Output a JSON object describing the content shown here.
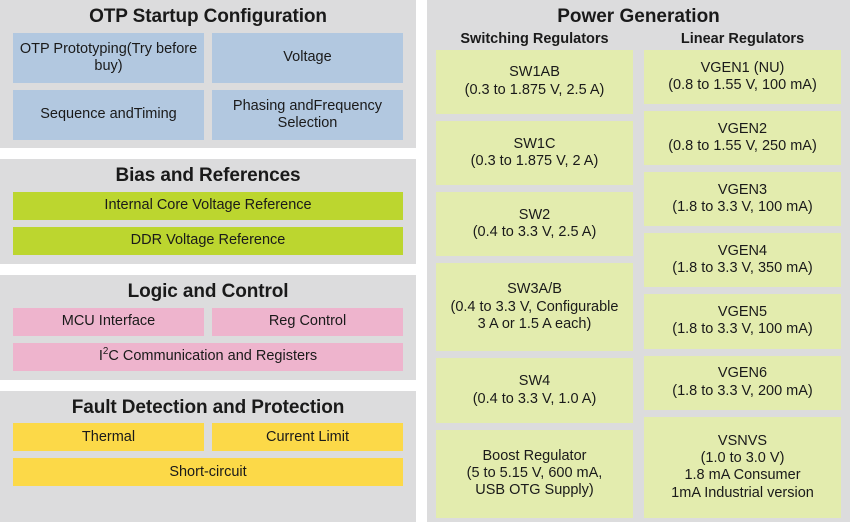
{
  "left_sections": [
    {
      "title": "OTP Startup Configuration",
      "color": "#b2c8e0",
      "color_name": "blue",
      "rows": [
        [
          {
            "lines": [
              "OTP Prototyping",
              "(Try before buy)"
            ]
          },
          {
            "lines": [
              "Voltage"
            ]
          }
        ],
        [
          {
            "lines": [
              "Sequence and",
              "Timing"
            ]
          },
          {
            "lines": [
              "Phasing and",
              "Frequency Selection"
            ]
          }
        ]
      ]
    },
    {
      "title": "Bias and References",
      "color": "#bcd62f",
      "color_name": "green",
      "rows": [
        [
          {
            "lines": [
              "Internal Core Voltage Reference"
            ]
          }
        ],
        [
          {
            "lines": [
              "DDR Voltage Reference"
            ]
          }
        ]
      ]
    },
    {
      "title": "Logic and Control",
      "color": "#eeb4cd",
      "color_name": "pink",
      "rows": [
        [
          {
            "lines": [
              "MCU Interface"
            ]
          },
          {
            "lines": [
              "Reg Control"
            ]
          }
        ],
        [
          {
            "lines": [
              "I²C Communication and Registers"
            ],
            "html": true
          }
        ]
      ]
    },
    {
      "title": "Fault Detection and Protection",
      "color": "#fcd948",
      "color_name": "yellow",
      "rows": [
        [
          {
            "lines": [
              "Thermal"
            ]
          },
          {
            "lines": [
              "Current Limit"
            ]
          }
        ],
        [
          {
            "lines": [
              "Short-circuit"
            ]
          }
        ]
      ]
    }
  ],
  "right_panel": {
    "title": "Power Generation",
    "cell_color": "#e3ecae",
    "panel_color": "#dcdcdd",
    "columns": [
      {
        "heading": "Switching Regulators",
        "cells": [
          {
            "lines": [
              "SW1AB",
              "(0.3 to 1.875 V, 2.5 A)"
            ],
            "size": "f1"
          },
          {
            "lines": [
              "SW1C",
              "(0.3 to 1.875 V, 2 A)"
            ],
            "size": "f1"
          },
          {
            "lines": [
              "SW2",
              "(0.4 to 3.3 V, 2.5 A)"
            ],
            "size": "f1"
          },
          {
            "lines": [
              "SW3A/B",
              "(0.4 to 3.3 V, Configurable",
              "3 A or 1.5 A each)"
            ],
            "size": "f3"
          },
          {
            "lines": [
              "SW4",
              "(0.4 to 3.3 V, 1.0 A)"
            ],
            "size": "f1"
          },
          {
            "lines": [
              "Boost Regulator",
              "(5 to 5.15 V, 600 mA,",
              "USB OTG Supply)"
            ],
            "size": "f3"
          }
        ]
      },
      {
        "heading": "Linear Regulators",
        "cells": [
          {
            "lines": [
              "VGEN1 (NU)",
              "(0.8 to 1.55 V, 100 mA)"
            ],
            "size": "f1"
          },
          {
            "lines": [
              "VGEN2",
              "(0.8 to 1.55 V, 250 mA)"
            ],
            "size": "f1"
          },
          {
            "lines": [
              "VGEN3",
              "(1.8 to 3.3 V, 100 mA)"
            ],
            "size": "f1"
          },
          {
            "lines": [
              "VGEN4",
              "(1.8 to 3.3 V, 350 mA)"
            ],
            "size": "f1"
          },
          {
            "lines": [
              "VGEN5",
              "(1.8 to 3.3 V, 100 mA)"
            ],
            "size": "f1"
          },
          {
            "lines": [
              "VGEN6",
              "(1.8 to 3.3 V, 200 mA)"
            ],
            "size": "f1"
          },
          {
            "lines": [
              "VSNVS",
              "(1.0 to 3.0 V)",
              "1.8 mA Consumer",
              "1mA Industrial version"
            ],
            "size": "f2"
          }
        ]
      }
    ]
  }
}
